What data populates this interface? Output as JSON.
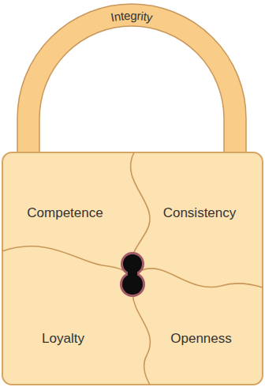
{
  "diagram": {
    "nodes": [
      {
        "text": [
          "Integrity"
        ]
      },
      {
        "text": [
          "Competence"
        ]
      },
      {
        "text": [
          "Consistency"
        ]
      },
      {
        "text": [
          "Loyalty"
        ]
      },
      {
        "text": [
          "Openness"
        ]
      }
    ]
  }
}
